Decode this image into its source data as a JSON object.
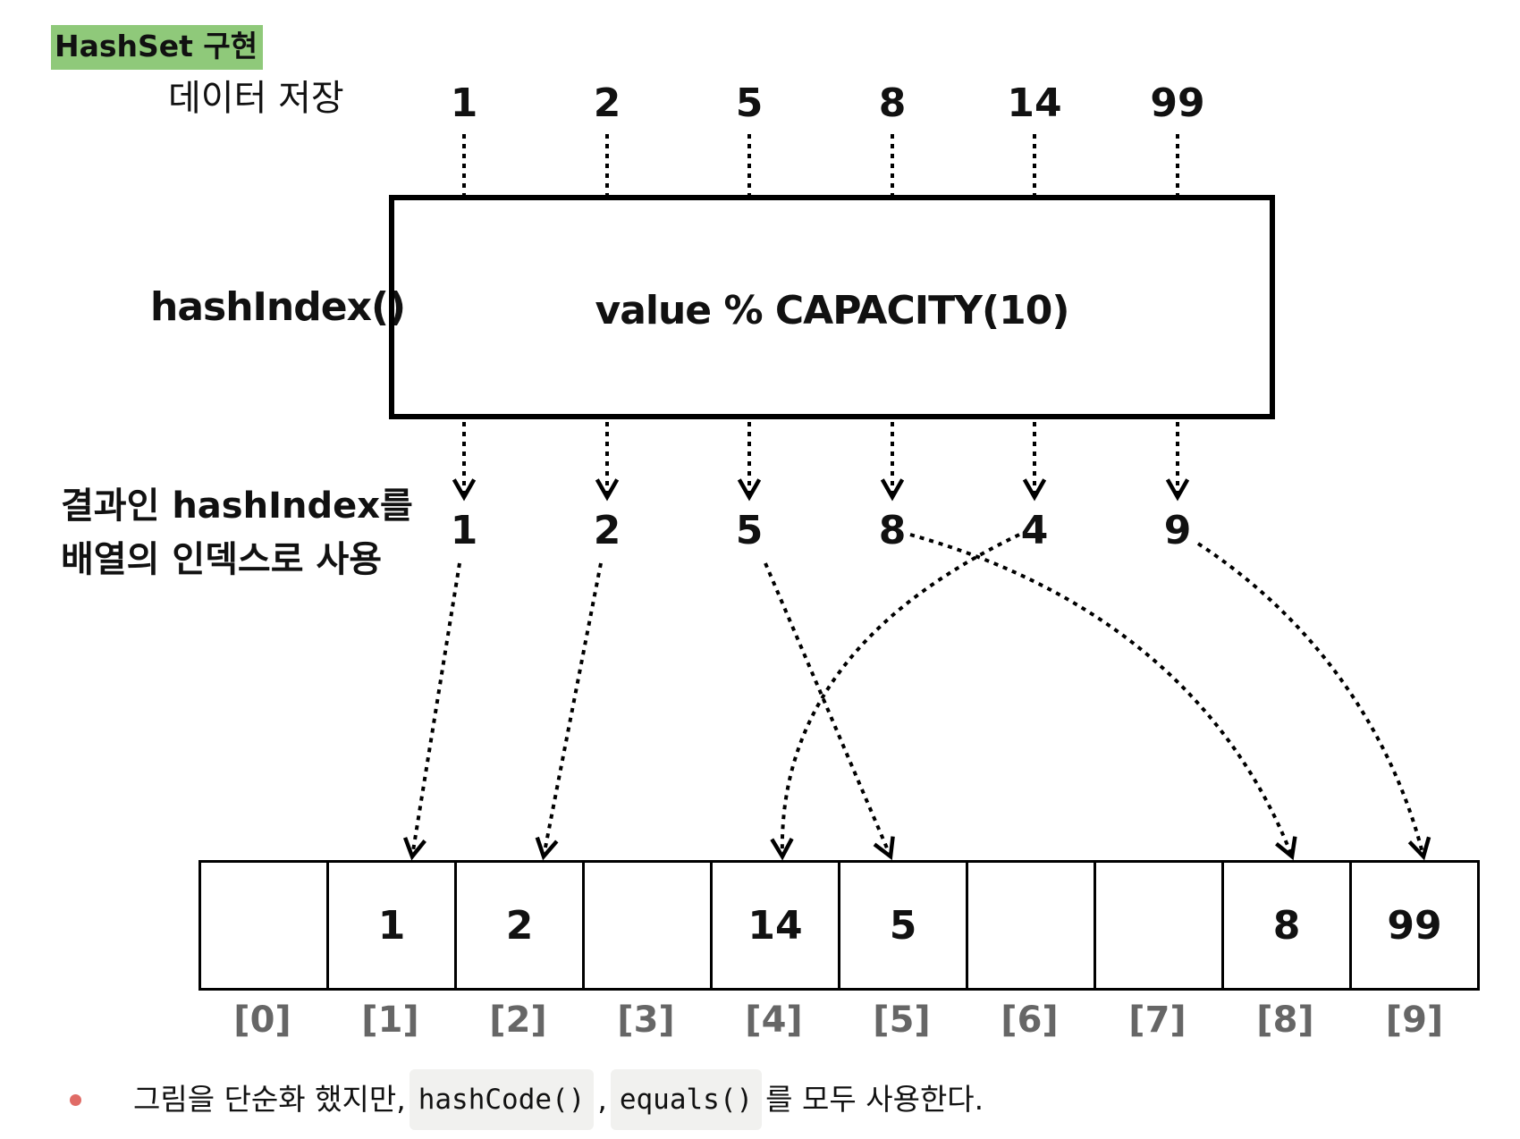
{
  "heading": "HashSet 구현",
  "labels": {
    "store": "데이터 저장",
    "function": "hashIndex()",
    "result_line1": "결과인 hashIndex를",
    "result_line2": "배열의 인덱스로 사용"
  },
  "hash_expression": "value % CAPACITY(10)",
  "input_values": [
    "1",
    "2",
    "5",
    "8",
    "14",
    "99"
  ],
  "hash_indexes": [
    "1",
    "2",
    "5",
    "8",
    "4",
    "9"
  ],
  "buckets": [
    "",
    "1",
    "2",
    "",
    "14",
    "5",
    "",
    "",
    "8",
    "99"
  ],
  "bucket_indexes": [
    "[0]",
    "[1]",
    "[2]",
    "[3]",
    "[4]",
    "[5]",
    "[6]",
    "[7]",
    "[8]",
    "[9]"
  ],
  "note": {
    "prefix": "그림을 단순화 했지만,",
    "code1": "hashCode()",
    "separator": ",",
    "code2": "equals()",
    "suffix": "를 모두 사용한다."
  }
}
